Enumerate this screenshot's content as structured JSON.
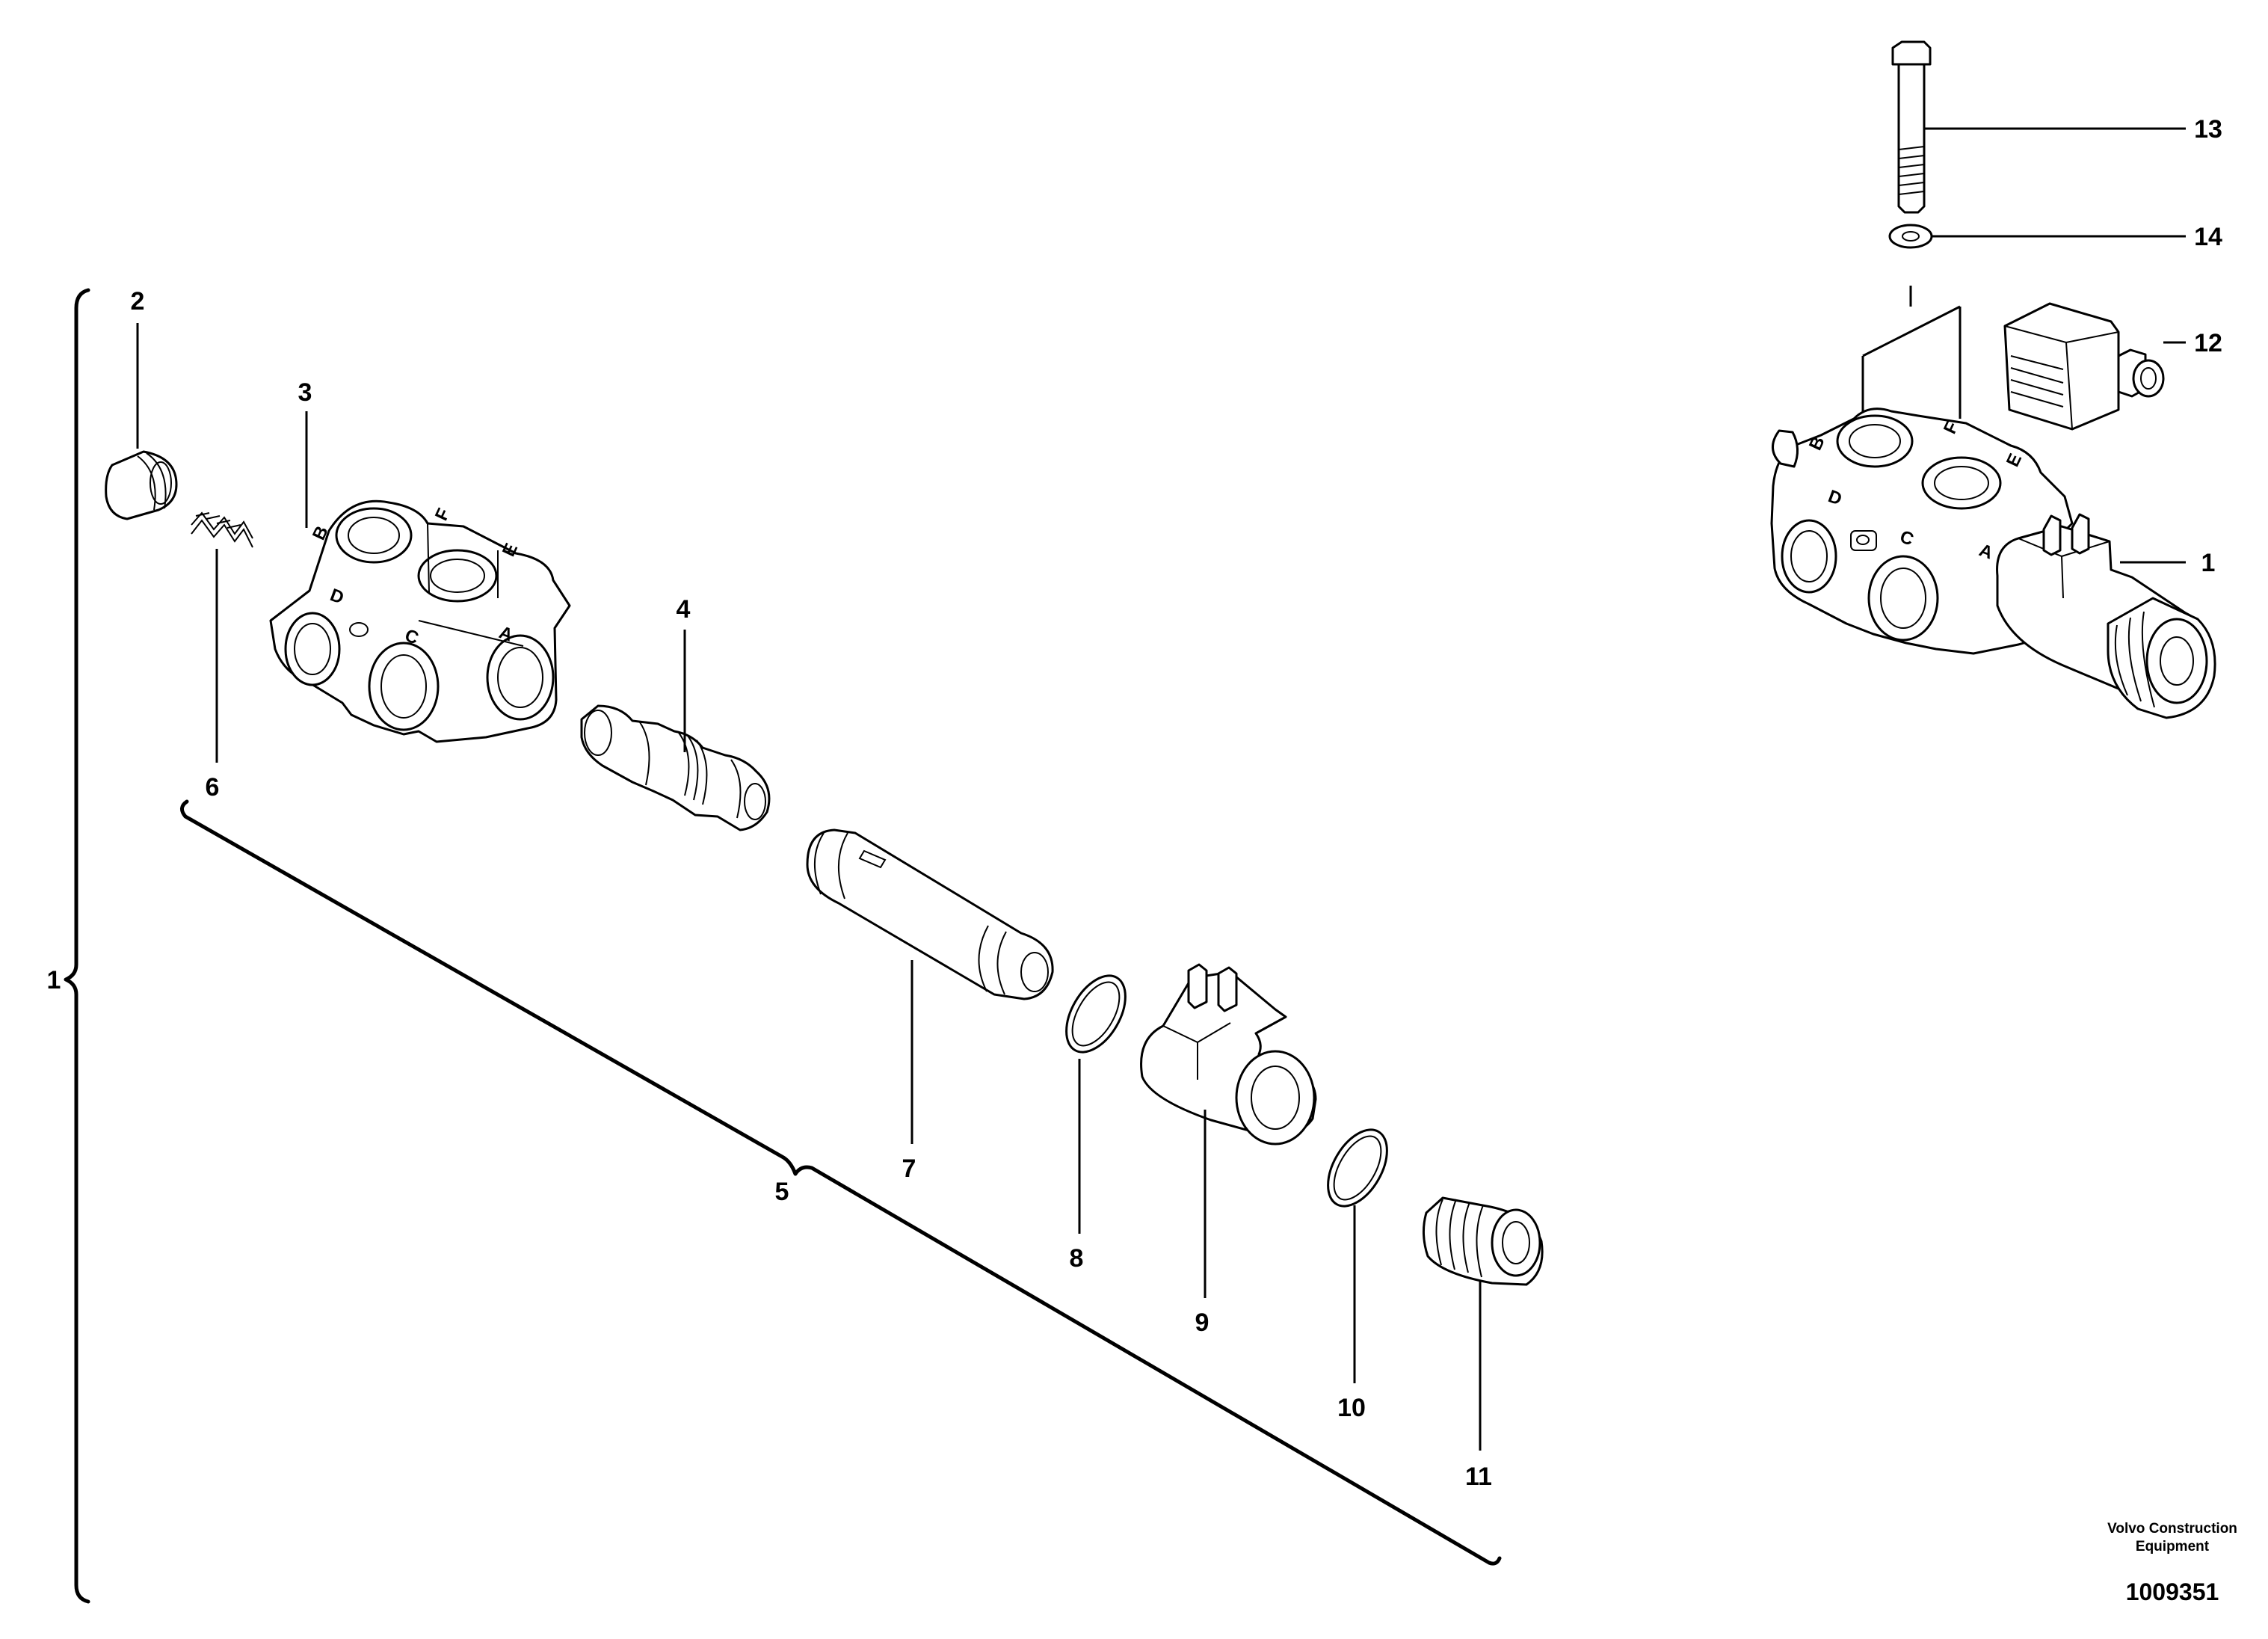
{
  "callouts": {
    "c1_assembly": "1",
    "c1_right": "1",
    "c2": "2",
    "c3": "3",
    "c4": "4",
    "c5": "5",
    "c6": "6",
    "c7": "7",
    "c8": "8",
    "c9": "9",
    "c10": "10",
    "c11": "11",
    "c12": "12",
    "c13": "13",
    "c14": "14"
  },
  "ports": {
    "a": "A",
    "b": "B",
    "c": "C",
    "d": "D",
    "e": "E",
    "f": "F"
  },
  "footer": {
    "company_line1": "Volvo Construction",
    "company_line2": "Equipment",
    "drawing_number": "1009351"
  }
}
